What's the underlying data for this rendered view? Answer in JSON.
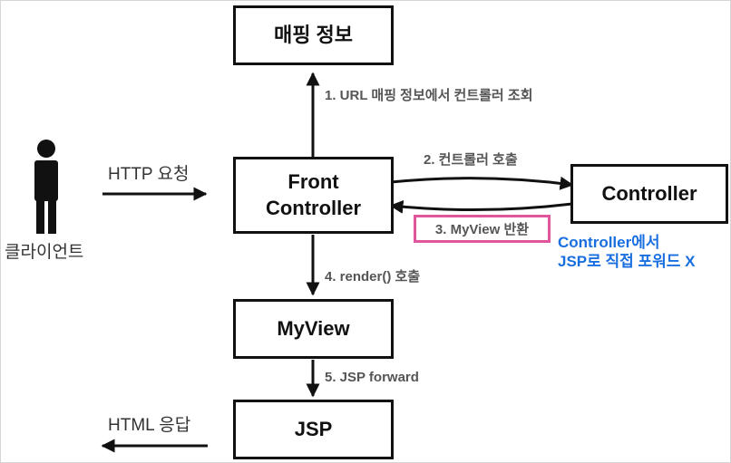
{
  "boxes": {
    "mapping": "매핑 정보",
    "front_line1": "Front",
    "front_line2": "Controller",
    "controller": "Controller",
    "myview": "MyView",
    "jsp": "JSP"
  },
  "client": {
    "label": "클라이언트",
    "icon": "person-icon"
  },
  "edges": {
    "http_request": "HTTP 요청",
    "html_response": "HTML 응답",
    "step1": "1. URL 매핑 정보에서 컨트롤러 조회",
    "step2": "2. 컨트롤러 호출",
    "step3": "3. MyView 반환",
    "step4": "4. render() 호출",
    "step5": "5. JSP forward"
  },
  "note": {
    "line1": "Controller에서",
    "line2": "JSP로 직접 포워드 X"
  },
  "colors": {
    "note_text": "#1a6fe0",
    "highlight_border": "#e0559b",
    "box_border": "#111111",
    "step_text": "#555555"
  }
}
